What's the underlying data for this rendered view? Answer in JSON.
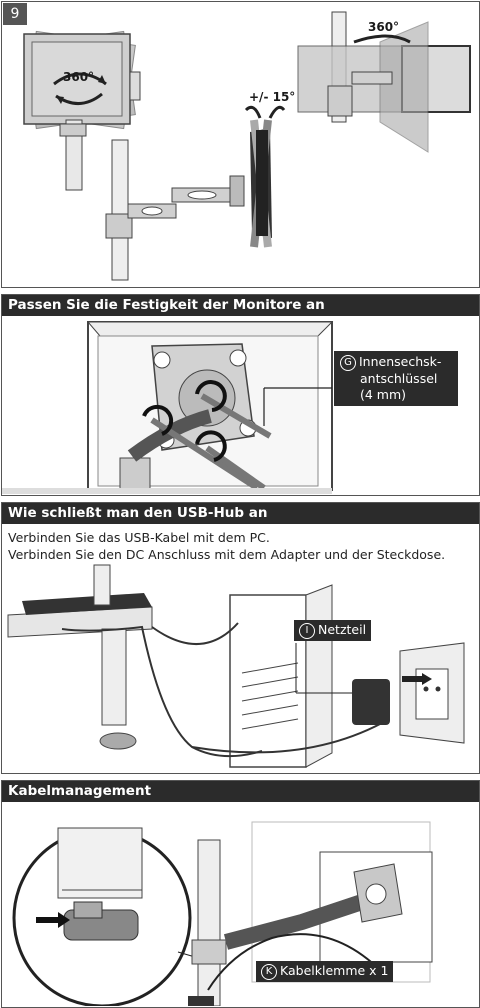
{
  "step1": {
    "number": "9",
    "rotate_label": "360°",
    "tilt_label": "+/- 15°",
    "swivel_label": "360°"
  },
  "section2": {
    "title": "Passen Sie die Festigkeit der Monitore an",
    "callout_badge": "G",
    "callout_lines": [
      "Innensechsk-",
      "antschlüssel",
      "(4 mm)"
    ]
  },
  "section3": {
    "title": "Wie schließt man den USB-Hub an",
    "line1": "Verbinden Sie das USB-Kabel mit dem PC.",
    "line2": "Verbinden Sie den DC Anschluss mit dem Adapter und der Steckdose.",
    "callout_badge": "I",
    "callout_label": "Netzteil"
  },
  "section4": {
    "title": "Kabelmanagement",
    "callout_badge": "K",
    "callout_label": "Kabelklemme x 1"
  }
}
